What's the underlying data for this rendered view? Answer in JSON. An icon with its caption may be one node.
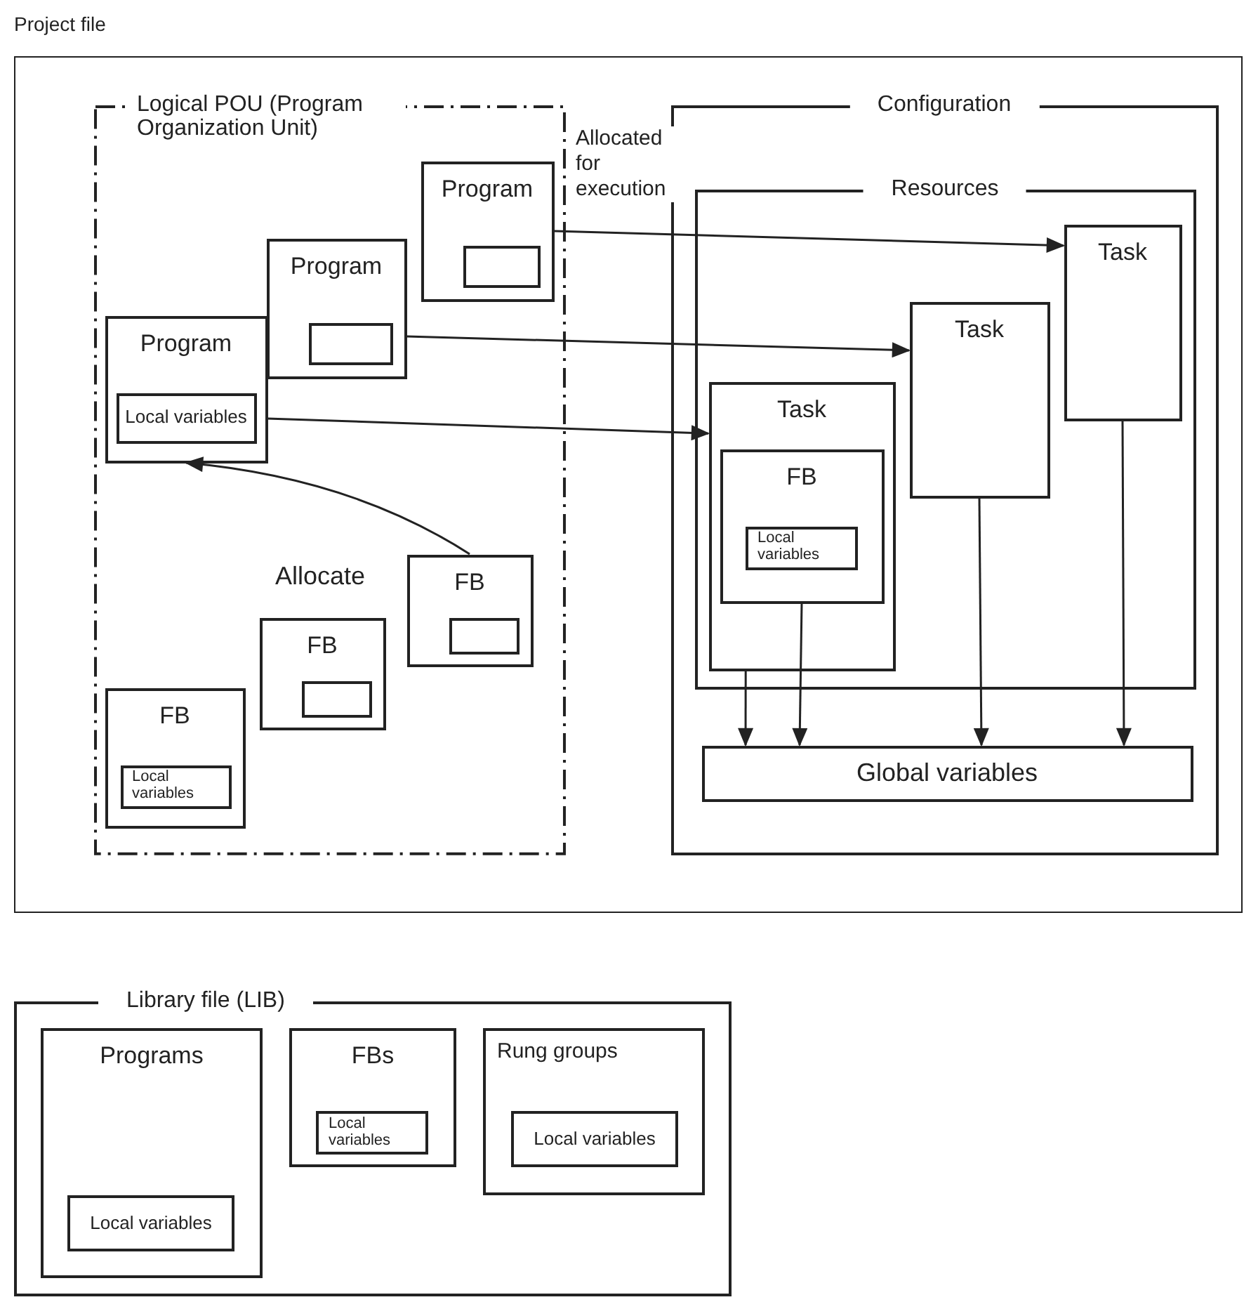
{
  "diagram": {
    "nodes": [
      {
        "text": [
          "Project file"
        ]
      },
      {
        "text": [
          "Logical POU (Program Organization Unit)"
        ],
        "in": 0
      },
      {
        "text": [
          "Program"
        ],
        "in": 1
      },
      {
        "text": [],
        "shape": "box",
        "in": 2
      },
      {
        "text": [
          "Program"
        ],
        "in": 1
      },
      {
        "text": [],
        "shape": "box",
        "in": 4
      },
      {
        "text": [
          "Program"
        ],
        "in": 1
      },
      {
        "text": [
          "Local variables"
        ],
        "in": 6
      },
      {
        "text": [
          "FB"
        ],
        "in": 1
      },
      {
        "text": [],
        "shape": "box",
        "in": 8
      },
      {
        "text": [
          "FB"
        ],
        "in": 1
      },
      {
        "text": [],
        "shape": "box",
        "in": 10
      },
      {
        "text": [
          "FB"
        ],
        "in": 1
      },
      {
        "text": [
          "Local variables"
        ],
        "in": 12
      },
      {
        "text": [
          "Configuration"
        ],
        "in": 0
      },
      {
        "text": [
          "Resources"
        ],
        "in": 14
      },
      {
        "text": [
          "Task"
        ],
        "in": 15
      },
      {
        "text": [
          "Task"
        ],
        "in": 15
      },
      {
        "text": [
          "Task"
        ],
        "in": 15
      },
      {
        "text": [
          "FB"
        ],
        "in": 18
      },
      {
        "text": [
          "Local variables"
        ],
        "in": 19
      },
      {
        "text": [
          "Global variables"
        ],
        "in": 14
      },
      {
        "text": [
          "Library file (LIB)"
        ]
      },
      {
        "text": [
          "Programs"
        ],
        "in": 22
      },
      {
        "text": [
          "Local variables"
        ],
        "in": 23
      },
      {
        "text": [
          "FBs"
        ],
        "in": 22
      },
      {
        "text": [
          "Local variables"
        ],
        "in": 25
      },
      {
        "text": [
          "Rung groups"
        ],
        "in": 22
      },
      {
        "text": [
          "Local variables"
        ],
        "in": 27
      }
    ],
    "edges": [
      {
        "from": 8,
        "to": 6,
        "arrow": "to",
        "label": "Allocate"
      },
      {
        "from": 2,
        "to": 16,
        "arrow": "to",
        "label": "Allocated for execution"
      },
      {
        "from": 4,
        "to": 17,
        "arrow": "to"
      },
      {
        "from": 6,
        "to": 18,
        "arrow": "to"
      },
      {
        "from": 18,
        "to": 21,
        "arrow": "to"
      },
      {
        "from": 19,
        "to": 21,
        "arrow": "to"
      },
      {
        "from": 17,
        "to": 21,
        "arrow": "to"
      },
      {
        "from": 16,
        "to": 21,
        "arrow": "to"
      }
    ]
  }
}
